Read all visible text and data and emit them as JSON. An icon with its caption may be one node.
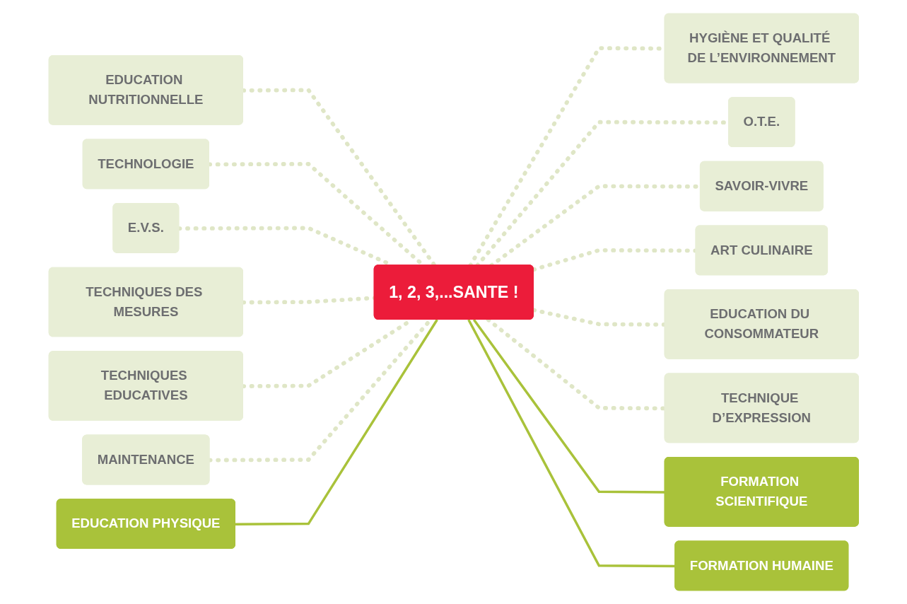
{
  "diagram": {
    "nodes": [
      {
        "text": [
          "EDUCATION NUTRITIONNELLE"
        ]
      },
      {
        "text": [
          "TECHNOLOGIE"
        ]
      },
      {
        "text": [
          "HYGIÈNE ET QUALITÉ DE L’ENVIRONNEMENT"
        ]
      },
      {
        "text": [
          "E.V.S."
        ]
      },
      {
        "text": [
          "O.T.E."
        ]
      },
      {
        "text": [
          "1, 2, 3,...SANTE !"
        ]
      },
      {
        "text": [
          "TECHNIQUES DES MESURES"
        ]
      },
      {
        "text": [
          "SAVOIR-VIVRE"
        ]
      },
      {
        "text": [
          "TECHNIQUES EDUCATIVES"
        ]
      },
      {
        "text": [
          "ART CULINAIRE"
        ]
      },
      {
        "text": [
          "MAINTENANCE"
        ]
      },
      {
        "text": [
          "EDUCATION DU CONSOMMATEUR"
        ]
      },
      {
        "text": [
          "TECHNIQUE D’EXPRESSION"
        ]
      },
      {
        "text": [
          "EDUCATION PHYSIQUE"
        ]
      },
      {
        "text": [
          "FORMATION SCIENTIFIQUE"
        ]
      },
      {
        "text": [
          "FORMATION HUMAINE"
        ]
      }
    ],
    "edges": [
      {
        "from": 0,
        "to": 5,
        "arrow": "none",
        "style": "dashed"
      },
      {
        "from": 1,
        "to": 5,
        "arrow": "none",
        "style": "dashed"
      },
      {
        "from": 5,
        "to": 2,
        "arrow": "none",
        "style": "dashed"
      },
      {
        "from": 3,
        "to": 5,
        "arrow": "none",
        "style": "dashed"
      },
      {
        "from": 5,
        "to": 4,
        "arrow": "none",
        "style": "dashed"
      },
      {
        "from": 6,
        "to": 5,
        "arrow": "none",
        "style": "dashed"
      },
      {
        "from": 5,
        "to": 7,
        "arrow": "none",
        "style": "dashed"
      },
      {
        "from": 8,
        "to": 5,
        "arrow": "none",
        "style": "dashed"
      },
      {
        "from": 5,
        "to": 9,
        "arrow": "none",
        "style": "dashed"
      },
      {
        "from": 10,
        "to": 5,
        "arrow": "none",
        "style": "dashed"
      },
      {
        "from": 5,
        "to": 11,
        "arrow": "none",
        "style": "dashed"
      },
      {
        "from": 5,
        "to": 12,
        "arrow": "none",
        "style": "dashed"
      },
      {
        "from": 13,
        "to": 5,
        "arrow": "none",
        "color": "#a9c23a"
      },
      {
        "from": 5,
        "to": 14,
        "arrow": "none",
        "color": "#a9c23a"
      },
      {
        "from": 5,
        "to": 15,
        "arrow": "none",
        "color": "#a9c23a"
      }
    ]
  }
}
